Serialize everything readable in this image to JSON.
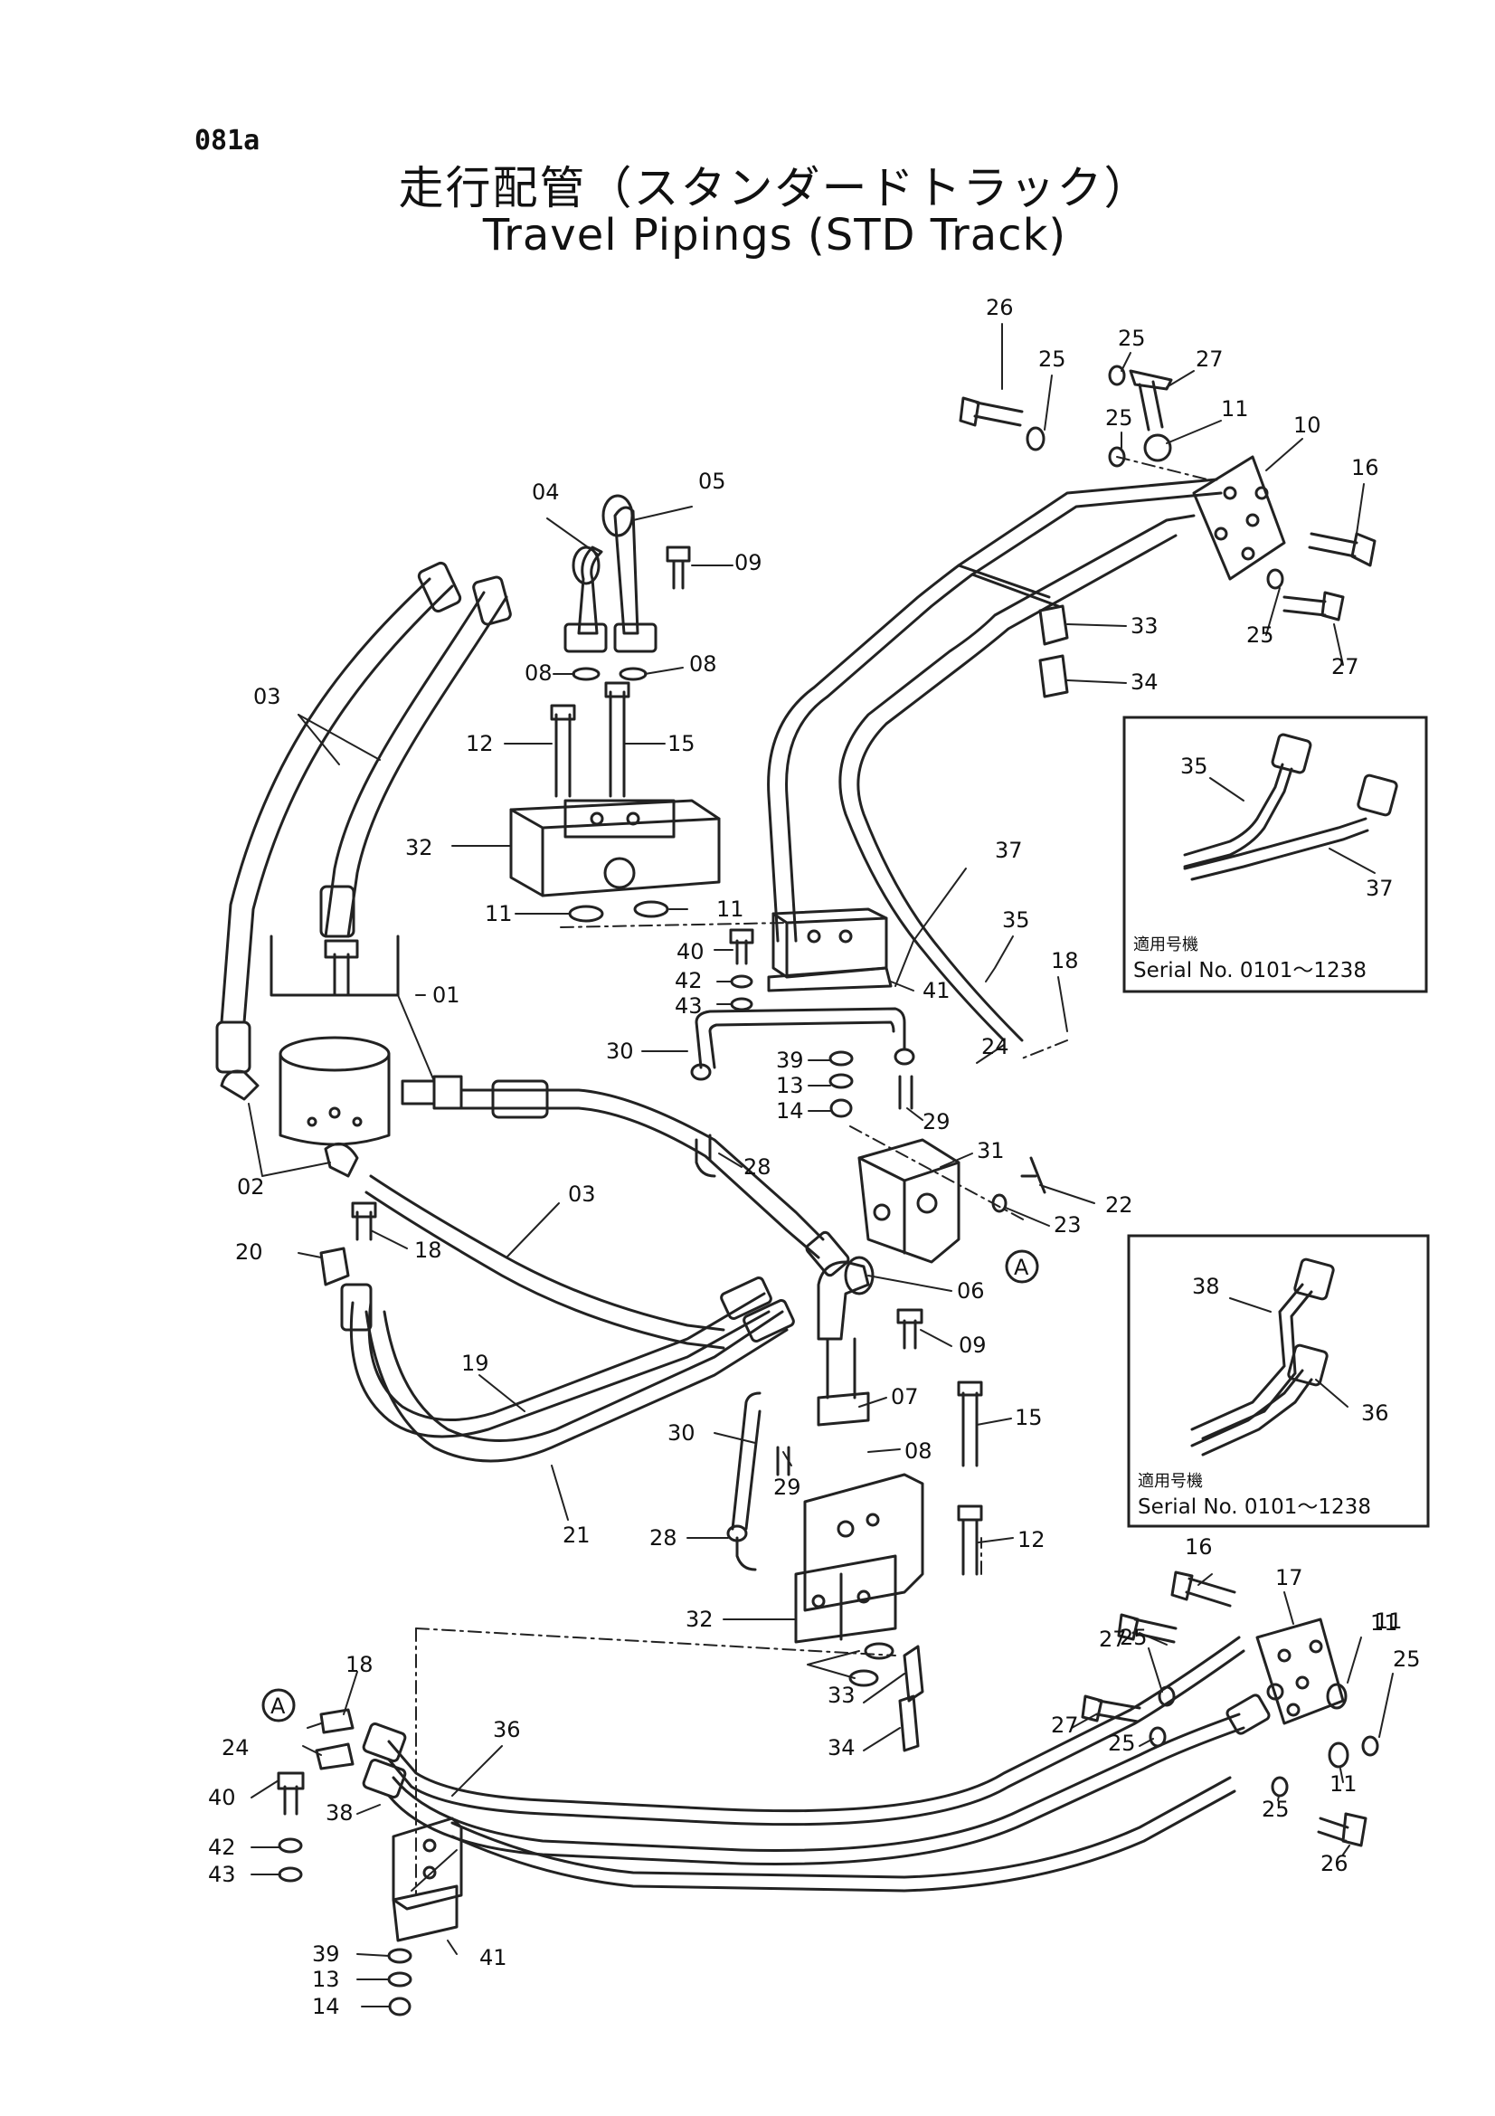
{
  "page_number": "081a",
  "title_ja": "走行配管（スタンダードトラック）",
  "title_en": "Travel Pipings (STD Track)",
  "inset_top": {
    "parts": [
      "35",
      "37"
    ],
    "applicable_label": "適用号機",
    "serial": "Serial No. 0101～1238"
  },
  "inset_bottom": {
    "parts": [
      "38",
      "36"
    ],
    "applicable_label": "適用号機",
    "serial": "Serial No. 0101～1238"
  },
  "callouts": [
    {
      "id": "c26a",
      "text": "26"
    },
    {
      "id": "c25a",
      "text": "25"
    },
    {
      "id": "c25b",
      "text": "25"
    },
    {
      "id": "c27a",
      "text": "27"
    },
    {
      "id": "c25c",
      "text": "25"
    },
    {
      "id": "c11a",
      "text": "11"
    },
    {
      "id": "c10",
      "text": "10"
    },
    {
      "id": "c16a",
      "text": "16"
    },
    {
      "id": "c04",
      "text": "04"
    },
    {
      "id": "c05",
      "text": "05"
    },
    {
      "id": "c09a",
      "text": "09"
    },
    {
      "id": "c08a",
      "text": "08"
    },
    {
      "id": "c08b",
      "text": "08"
    },
    {
      "id": "c03a",
      "text": "03"
    },
    {
      "id": "c12a",
      "text": "12"
    },
    {
      "id": "c15a",
      "text": "15"
    },
    {
      "id": "c32a",
      "text": "32"
    },
    {
      "id": "c11b",
      "text": "11"
    },
    {
      "id": "c11c",
      "text": "11"
    },
    {
      "id": "c33a",
      "text": "33"
    },
    {
      "id": "c34a",
      "text": "34"
    },
    {
      "id": "c25d",
      "text": "25"
    },
    {
      "id": "c27b",
      "text": "27"
    },
    {
      "id": "c37",
      "text": "37"
    },
    {
      "id": "c35",
      "text": "35"
    },
    {
      "id": "c40a",
      "text": "40"
    },
    {
      "id": "c42a",
      "text": "42"
    },
    {
      "id": "c43a",
      "text": "43"
    },
    {
      "id": "c41a",
      "text": "41"
    },
    {
      "id": "c18a",
      "text": "18"
    },
    {
      "id": "c24a",
      "text": "24"
    },
    {
      "id": "c01",
      "text": "01"
    },
    {
      "id": "c30a",
      "text": "30"
    },
    {
      "id": "c39a",
      "text": "39"
    },
    {
      "id": "c13a",
      "text": "13"
    },
    {
      "id": "c14a",
      "text": "14"
    },
    {
      "id": "c29a",
      "text": "29"
    },
    {
      "id": "c28a",
      "text": "28"
    },
    {
      "id": "c31",
      "text": "31"
    },
    {
      "id": "c22",
      "text": "22"
    },
    {
      "id": "c23",
      "text": "23"
    },
    {
      "id": "c02",
      "text": "02"
    },
    {
      "id": "c03b",
      "text": "03"
    },
    {
      "id": "c20",
      "text": "20"
    },
    {
      "id": "c18b",
      "text": "18"
    },
    {
      "id": "c06",
      "text": "06"
    },
    {
      "id": "c09b",
      "text": "09"
    },
    {
      "id": "c19",
      "text": "19"
    },
    {
      "id": "c07",
      "text": "07"
    },
    {
      "id": "c15b",
      "text": "15"
    },
    {
      "id": "c30b",
      "text": "30"
    },
    {
      "id": "c08c",
      "text": "08"
    },
    {
      "id": "c29b",
      "text": "29"
    },
    {
      "id": "c21",
      "text": "21"
    },
    {
      "id": "c28b",
      "text": "28"
    },
    {
      "id": "c12b",
      "text": "12"
    },
    {
      "id": "c32b",
      "text": "32"
    },
    {
      "id": "c16b",
      "text": "16"
    },
    {
      "id": "c17",
      "text": "17"
    },
    {
      "id": "c11d",
      "text": "11"
    },
    {
      "id": "c27c",
      "text": "27"
    },
    {
      "id": "c25e",
      "text": "25"
    },
    {
      "id": "c27d",
      "text": "27"
    },
    {
      "id": "c25f",
      "text": "25"
    },
    {
      "id": "c25g",
      "text": "25"
    },
    {
      "id": "c11e",
      "text": "11"
    },
    {
      "id": "c11f",
      "text": "11"
    },
    {
      "id": "c33b",
      "text": "33"
    },
    {
      "id": "c34b",
      "text": "34"
    },
    {
      "id": "c18c",
      "text": "18"
    },
    {
      "id": "c24b",
      "text": "24"
    },
    {
      "id": "c36",
      "text": "36"
    },
    {
      "id": "c40b",
      "text": "40"
    },
    {
      "id": "c42b",
      "text": "42"
    },
    {
      "id": "c38",
      "text": "38"
    },
    {
      "id": "c43b",
      "text": "43"
    },
    {
      "id": "c39b",
      "text": "39"
    },
    {
      "id": "c41b",
      "text": "41"
    },
    {
      "id": "c13b",
      "text": "13"
    },
    {
      "id": "c14b",
      "text": "14"
    },
    {
      "id": "c25h",
      "text": "25"
    },
    {
      "id": "c26b",
      "text": "26"
    }
  ],
  "connectors": [
    {
      "id": "conA1",
      "text": "A"
    },
    {
      "id": "conA2",
      "text": "A"
    }
  ]
}
